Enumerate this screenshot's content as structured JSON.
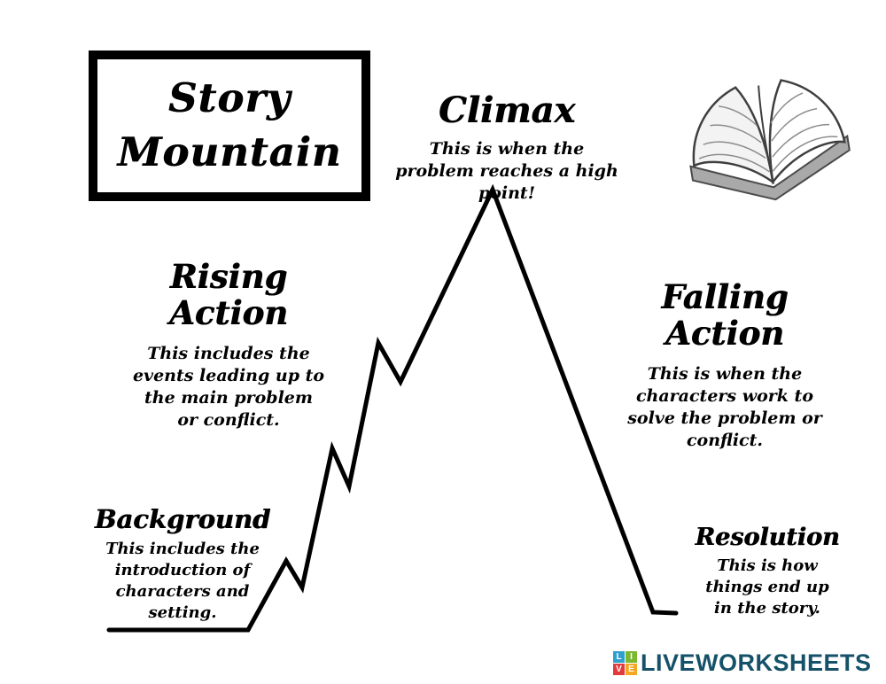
{
  "title": "Story Mountain",
  "sections": {
    "climax": {
      "heading": "Climax",
      "description": "This is when the problem reaches a high point!"
    },
    "rising_action": {
      "heading": "Rising Action",
      "description": "This includes the events leading up to the main problem or conflict."
    },
    "falling_action": {
      "heading": "Falling Action",
      "description": "This is when the characters work to solve the problem or conflict."
    },
    "background": {
      "heading": "Background",
      "description": "This includes the introduction of characters and setting."
    },
    "resolution": {
      "heading": "Resolution",
      "description": "This is how things end up in the story."
    }
  },
  "footer": {
    "brand": "LIVEWORKSHEETS",
    "brand_color": "#155169",
    "icon": {
      "letters": [
        "L",
        "I",
        "V",
        "E"
      ],
      "colors": [
        "#2f9fd0",
        "#7cb82f",
        "#e23b3b",
        "#f5a623"
      ]
    }
  },
  "mountain_line_color": "#000000"
}
